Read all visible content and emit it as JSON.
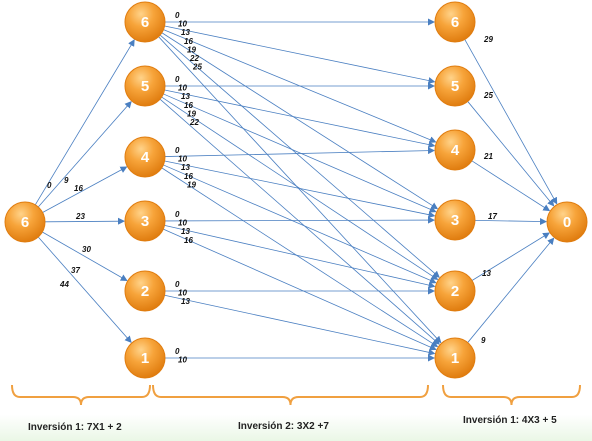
{
  "colors": {
    "node_fill": "#f39c2b",
    "node_stroke": "#e07d10",
    "edge": "#4a7fc1",
    "brace": "#f0a040"
  },
  "nodes": {
    "start": "6",
    "a6": "6",
    "a5": "5",
    "a4": "4",
    "a3": "3",
    "a2": "2",
    "a1": "1",
    "b6": "6",
    "b5": "5",
    "b4": "4",
    "b3": "3",
    "b2": "2",
    "b1": "1",
    "end": "0"
  },
  "stage1_labels": [
    "0",
    "9",
    "16",
    "23",
    "30",
    "37",
    "44"
  ],
  "stage2_labels": {
    "from6": [
      "0",
      "10",
      "13",
      "16",
      "19",
      "22",
      "25"
    ],
    "from5": [
      "0",
      "10",
      "13",
      "16",
      "19",
      "22"
    ],
    "from4": [
      "0",
      "10",
      "13",
      "16",
      "19"
    ],
    "from3": [
      "0",
      "10",
      "13",
      "16"
    ],
    "from2": [
      "0",
      "10",
      "13"
    ],
    "from1": [
      "0",
      "10"
    ]
  },
  "stage3_labels": [
    "29",
    "25",
    "21",
    "17",
    "13",
    "9"
  ],
  "stages": {
    "s1": "Inversión 1: 7X1 + 2",
    "s2": "Inversión 2: 3X2 +7",
    "s3": "Inversión 1: 4X3 + 5"
  }
}
